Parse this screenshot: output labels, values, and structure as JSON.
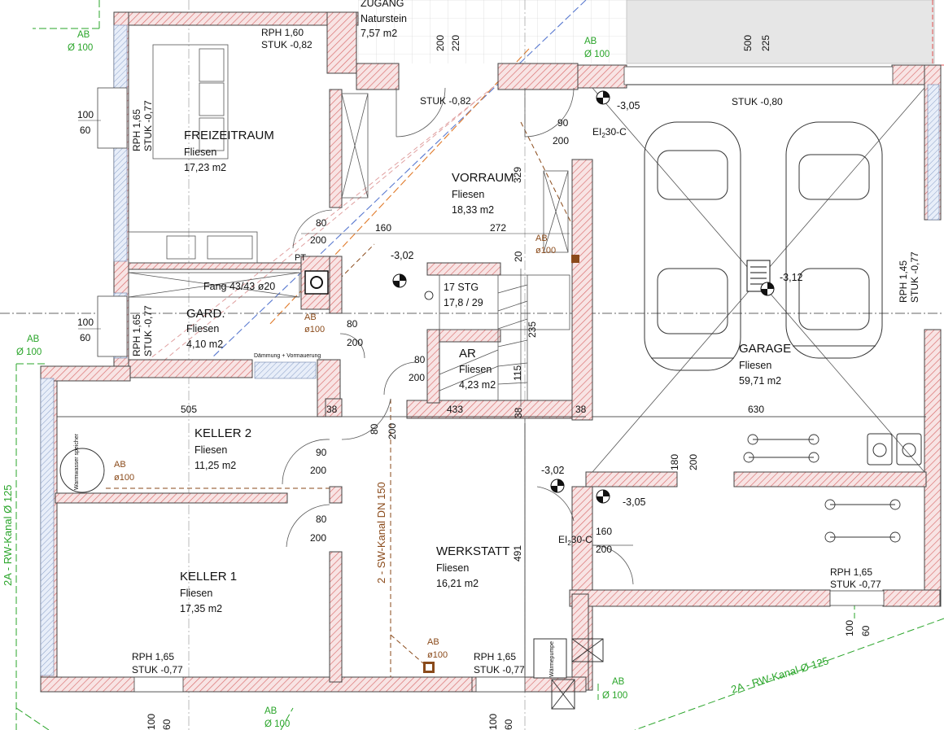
{
  "colors": {
    "wall_hatch": "#d96a6a",
    "wall_fill": "#f6dede",
    "insulation": "#8aa0c8",
    "green_annotation": "#2aa52a",
    "brown_annotation": "#8a4a1a"
  },
  "rooms": {
    "zugang": {
      "name": "ZUGANG",
      "floor": "Naturstein",
      "area": "7,57 m2"
    },
    "freizeitraum": {
      "name": "FREIZEITRAUM",
      "floor": "Fliesen",
      "area": "17,23 m2"
    },
    "vorraum": {
      "name": "VORRAUM",
      "floor": "Fliesen",
      "area": "18,33 m2"
    },
    "gard": {
      "name": "GARD.",
      "floor": "Fliesen",
      "area": "4,10 m2"
    },
    "ar": {
      "name": "AR",
      "floor": "Fliesen",
      "area": "4,23 m2"
    },
    "garage": {
      "name": "GARAGE",
      "floor": "Fliesen",
      "area": "59,71 m2"
    },
    "keller2": {
      "name": "KELLER 2",
      "floor": "Fliesen",
      "area": "11,25 m2"
    },
    "keller1": {
      "name": "KELLER 1",
      "floor": "Fliesen",
      "area": "17,35 m2"
    },
    "werkstatt": {
      "name": "WERKSTATT",
      "floor": "Fliesen",
      "area": "16,21 m2"
    }
  },
  "stair": {
    "steps": "17 STG",
    "ratio": "17,8 / 29"
  },
  "chimney": {
    "label": "Fang 43/43 ø20",
    "pt": "PT"
  },
  "insulation_label": "Dämmung + Vormauerung",
  "heat_pump": "Wärmepumpe",
  "water_tank": "Warmwasser speicher",
  "fire_rating": "EI",
  "fire_rating_sub": "2",
  "fire_rating_suffix": "30-C",
  "levels": {
    "rph160": "RPH 1,60",
    "stuk082": "STUK -0,82",
    "rph165": "RPH 1,65",
    "stuk077": "STUK -0,77",
    "rph145": "RPH 1,45",
    "stuk080": "STUK -0,80"
  },
  "spot_levels": {
    "l305a": "-3,05",
    "l305b": "-3,05",
    "l302a": "-3,02",
    "l302b": "-3,02",
    "l312": "-3,12"
  },
  "drain": {
    "ab": "AB",
    "dia": "Ø 100",
    "dia_small": "ø100"
  },
  "channels": {
    "rw": "2A - RW-Kanal Ø 125",
    "sw": "2 - SW-Kanal DN 150"
  },
  "dims": {
    "d100": "100",
    "d60": "60",
    "d80": "80",
    "d90": "90",
    "d200": "200",
    "d160": "160",
    "d272": "272",
    "d329": "329",
    "d20": "20",
    "d505": "505",
    "d38": "38",
    "d433": "433",
    "d630": "630",
    "d180": "180",
    "d491": "491",
    "d235": "235",
    "d115": "115",
    "d220": "220",
    "d500": "500",
    "d225": "225"
  }
}
